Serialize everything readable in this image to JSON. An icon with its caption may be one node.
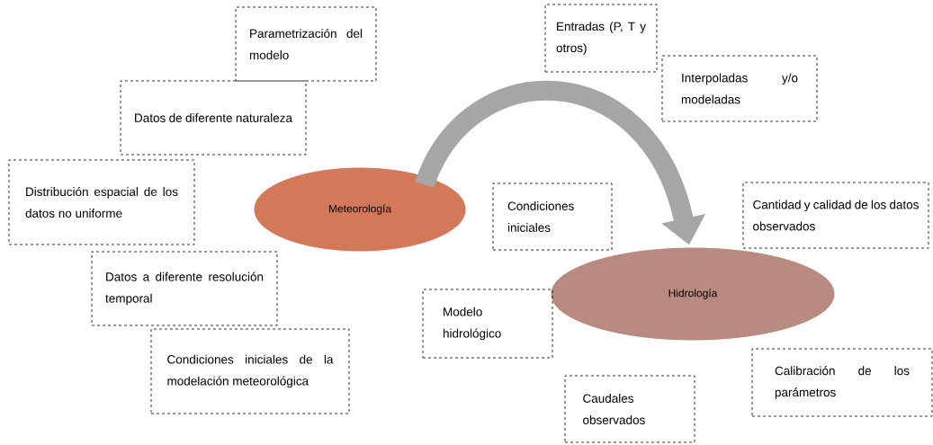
{
  "diagram": {
    "nodes": [
      {
        "text": [
          "Parametrización del modelo"
        ]
      },
      {
        "text": [
          "Datos de diferente naturaleza"
        ]
      },
      {
        "text": [
          "Distribución espacial de los datos no uniforme"
        ]
      },
      {
        "text": [
          "Datos a diferente resolución temporal"
        ]
      },
      {
        "text": [
          "Condiciones iniciales de la modelación meteorológica"
        ]
      },
      {
        "text": [
          "Meteorología"
        ]
      },
      {
        "text": [
          "Entradas (P, T y otros)"
        ]
      },
      {
        "text": [
          "Interpoladas y/o modeladas"
        ]
      },
      {
        "text": [
          "Condiciones iniciales"
        ]
      },
      {
        "text": [
          "Cantidad y calidad de los datos observados"
        ]
      },
      {
        "text": [
          "Hidrología"
        ]
      },
      {
        "text": [
          "Modelo hidrológico"
        ]
      },
      {
        "text": [
          "Calibración de los parámetros"
        ]
      },
      {
        "text": [
          "Caudales observados"
        ]
      }
    ],
    "edges": [
      {
        "from": 5,
        "to": 10,
        "arrow": "to"
      }
    ]
  }
}
